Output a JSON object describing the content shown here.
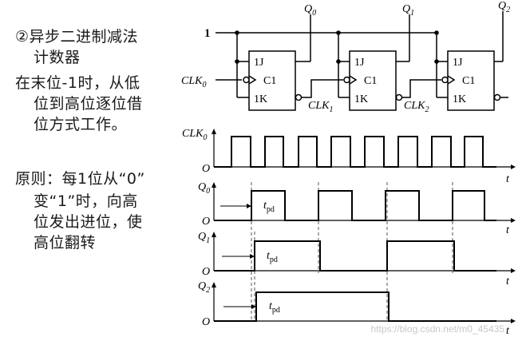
{
  "left": {
    "heading_line1": "②异步二进制减法",
    "heading_line2": "计数器",
    "desc_line1": "在末位-1时，从低",
    "desc_line2": "位到高位逐位借",
    "desc_line3": "位方式工作。",
    "principle_line1": "原则：每1位从“0”",
    "principle_line2": "变“1”时，向高",
    "principle_line3": "位发出进位，使",
    "principle_line4": "高位翻转"
  },
  "circuit": {
    "input_one": "1",
    "clock_in": "CLK",
    "clock_in_sub": "0",
    "ff_inputs": [
      "1J",
      "C1",
      "1K"
    ],
    "outputs": [
      {
        "main": "Q",
        "sub": "0"
      },
      {
        "main": "Q",
        "sub": "1"
      },
      {
        "main": "Q",
        "sub": "2"
      }
    ],
    "internal_clocks": [
      {
        "main": "CLK",
        "sub": "1"
      },
      {
        "main": "CLK",
        "sub": "2"
      }
    ]
  },
  "timing": {
    "rows": [
      {
        "main": "CLK",
        "sub": "0"
      },
      {
        "main": "Q",
        "sub": "0"
      },
      {
        "main": "Q",
        "sub": "1"
      },
      {
        "main": "Q",
        "sub": "2"
      }
    ],
    "zero_label": "O",
    "time_label": "t",
    "delay_label_main": "t",
    "delay_label_sub": "pd"
  },
  "watermark": "https://blog.csdn.net/m0_45435"
}
